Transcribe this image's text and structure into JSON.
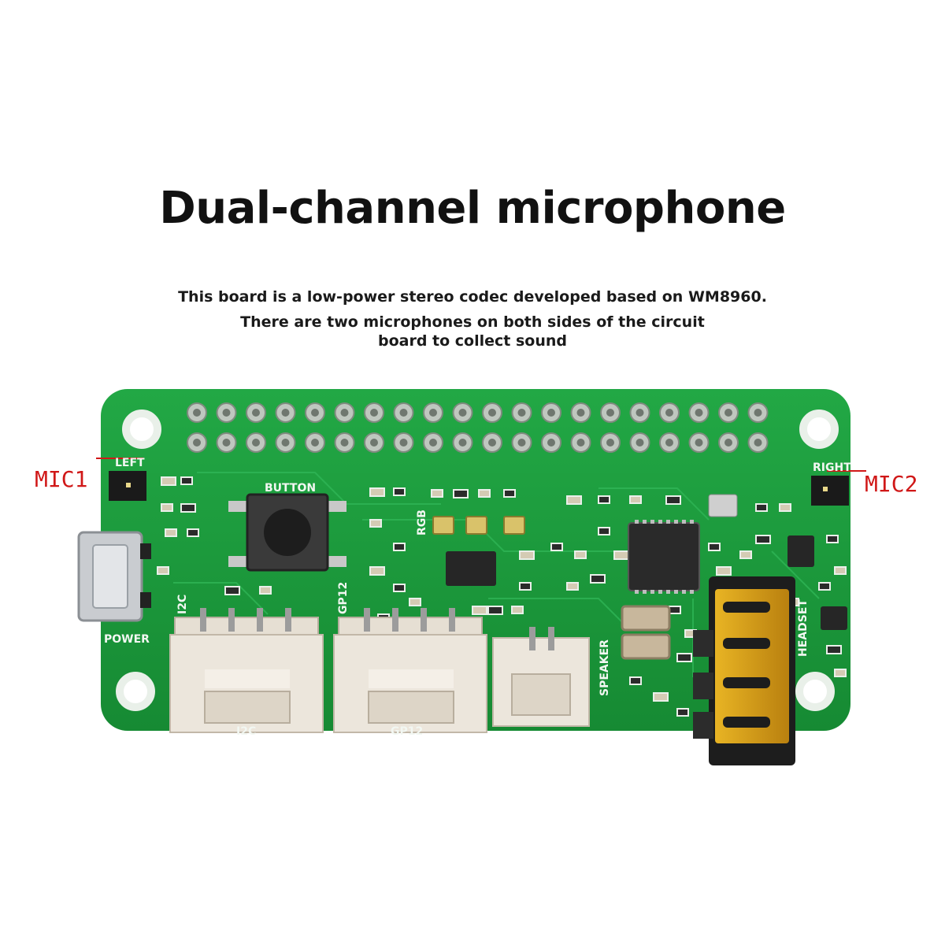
{
  "title": "Dual-channel microphone",
  "description": {
    "line1": "This board is a low-power stereo codec developed based on WM8960.",
    "line2": "There are two microphones on both sides of the circuit",
    "line3": "board to collect sound"
  },
  "callouts": {
    "mic1": "MIC1",
    "mic2": "MIC2"
  },
  "board_labels": {
    "left": "LEFT",
    "right": "RIGHT",
    "button": "BUTTON",
    "power": "POWER",
    "i2c_top": "I2C",
    "gp12_top": "GP12",
    "i2c_bottom": "I2C",
    "gp12_bottom": "GP12",
    "speaker": "SPEAKER",
    "headset": "HEADSET",
    "rgb": "RGB"
  },
  "colors": {
    "pcb": "#1c9a3c",
    "callout": "#d01818",
    "connector": "#ece6dc",
    "jack": "#d9a21a"
  }
}
